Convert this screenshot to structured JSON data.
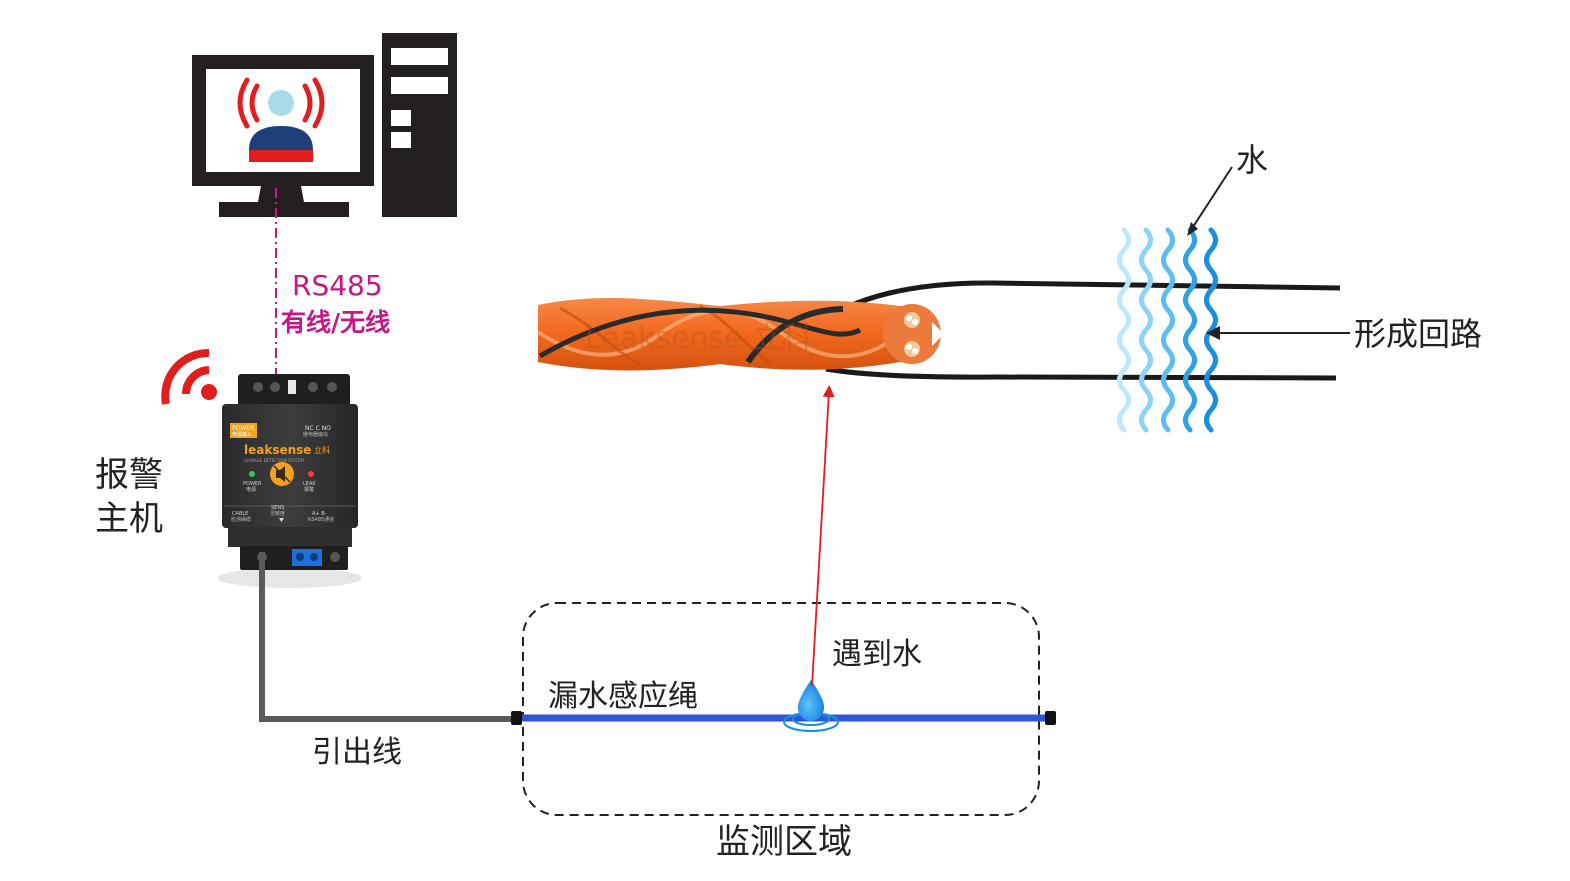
{
  "labels": {
    "rs485": "RS485",
    "wired_wireless": "有线/无线",
    "alarm_host_line1": "报警",
    "alarm_host_line2": "主机",
    "lead_wire": "引出线",
    "sensing_rope": "漏水感应绳",
    "meets_water": "遇到水",
    "monitoring_area": "监测区域",
    "water": "水",
    "forms_loop": "形成回路"
  },
  "device": {
    "brand": "leaksense",
    "brand_cn": "立科",
    "tagline": "LEAKAGE DETECTION SYSTEM",
    "power_label": "POWER",
    "power_sub": "电源输入",
    "relay_label": "NC C NO",
    "relay_sub": "继电器输出",
    "led_power": "POWER",
    "led_power_cn": "电源",
    "led_leak": "LEAK",
    "led_leak_cn": "报警",
    "cable_label": "CABLE",
    "cable_sub": "检测绳缆",
    "sens_label": "SENS",
    "sens_sub": "灵敏度",
    "rs485_label": "A+ B-",
    "rs485_sub": "RS485通信"
  },
  "cable_watermark": "Leaksense 立科",
  "colors": {
    "pink": "#c71585",
    "red": "#e11d1d",
    "rope_blue": "#2f55d4",
    "cable_orange": "#f36a21",
    "water_blue": "#1a8fe0",
    "dark": "#231f20"
  }
}
